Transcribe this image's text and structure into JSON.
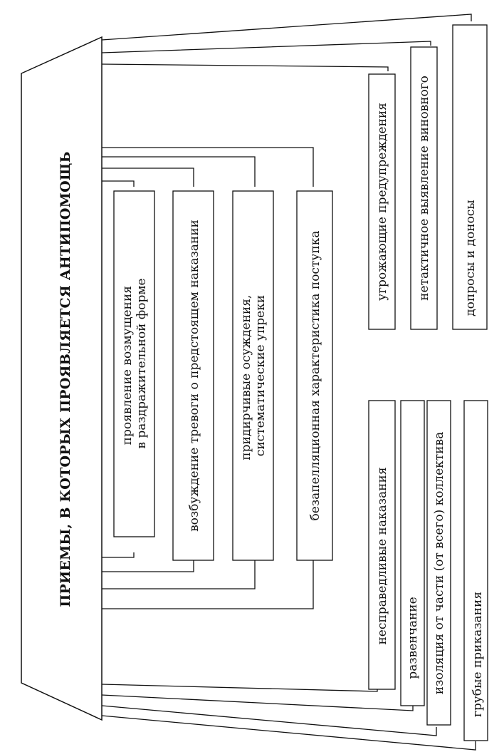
{
  "title": "ПРИЕМЫ, В КОТОРЫХ ПРОЯВЛЯЕТСЯ АНТИПОМОЩЬ",
  "inner_items": [
    {
      "lines": [
        "проявление возмущения",
        "в раздражительной форме"
      ]
    },
    {
      "lines": [
        "возбуждение тревоги о предстоящем наказании"
      ]
    },
    {
      "lines": [
        "придирчивые осуждения,",
        "систематические упреки"
      ]
    },
    {
      "lines": [
        "безапелляционная характеристика поступка"
      ]
    }
  ],
  "top_items": [
    {
      "label": "угрожающие предупреждения"
    },
    {
      "label": "нетактичное выявление виновного"
    },
    {
      "label": "допросы и доносы"
    }
  ],
  "bottom_items": [
    {
      "label": "несправедливые наказания"
    },
    {
      "label": "развенчание"
    },
    {
      "label": "изоляция от части (от всего) коллектива"
    },
    {
      "label": "грубые приказания"
    }
  ]
}
